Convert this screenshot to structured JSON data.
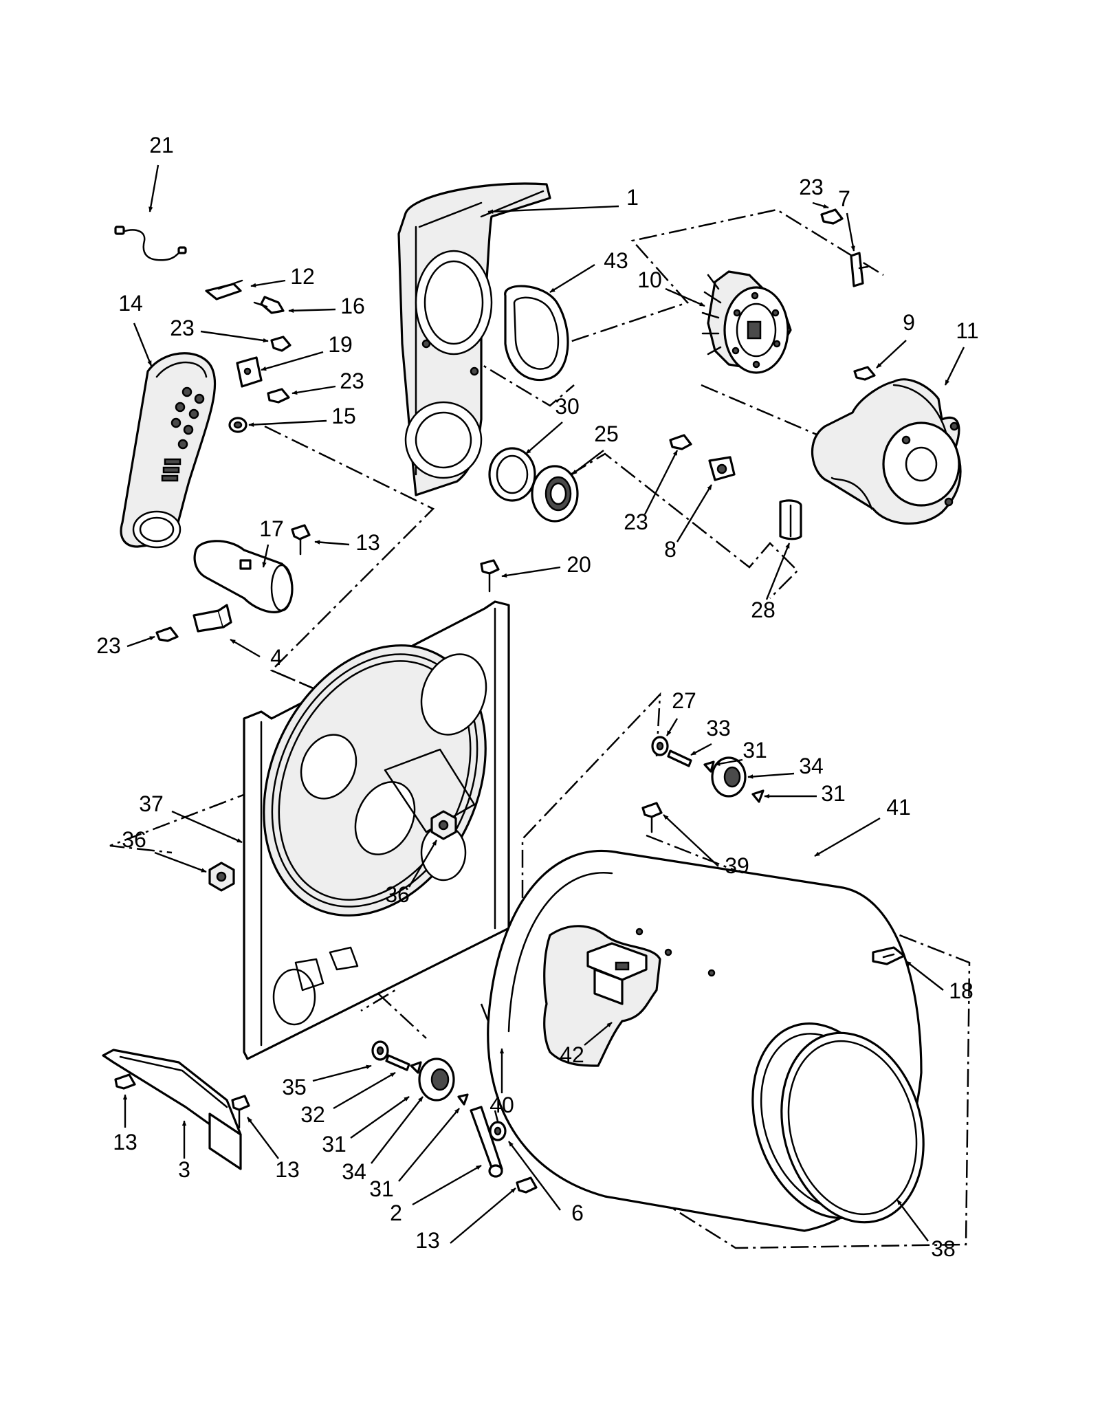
{
  "callouts": [
    {
      "id": "c21",
      "text": "21"
    },
    {
      "id": "c1",
      "text": "1"
    },
    {
      "id": "c43",
      "text": "43"
    },
    {
      "id": "c23a",
      "text": "23"
    },
    {
      "id": "c7",
      "text": "7"
    },
    {
      "id": "c10",
      "text": "10"
    },
    {
      "id": "c9",
      "text": "9"
    },
    {
      "id": "c11",
      "text": "11"
    },
    {
      "id": "c12",
      "text": "12"
    },
    {
      "id": "c16",
      "text": "16"
    },
    {
      "id": "c14",
      "text": "14"
    },
    {
      "id": "c23b",
      "text": "23"
    },
    {
      "id": "c19",
      "text": "19"
    },
    {
      "id": "c23c",
      "text": "23"
    },
    {
      "id": "c15",
      "text": "15"
    },
    {
      "id": "c30",
      "text": "30"
    },
    {
      "id": "c25",
      "text": "25"
    },
    {
      "id": "c23d",
      "text": "23"
    },
    {
      "id": "c8",
      "text": "8"
    },
    {
      "id": "c28",
      "text": "28"
    },
    {
      "id": "c17",
      "text": "17"
    },
    {
      "id": "c13a",
      "text": "13"
    },
    {
      "id": "c20",
      "text": "20"
    },
    {
      "id": "c23e",
      "text": "23"
    },
    {
      "id": "c4",
      "text": "4"
    },
    {
      "id": "c27",
      "text": "27"
    },
    {
      "id": "c33",
      "text": "33"
    },
    {
      "id": "c31a",
      "text": "31"
    },
    {
      "id": "c34a",
      "text": "34"
    },
    {
      "id": "c31b",
      "text": "31"
    },
    {
      "id": "c41",
      "text": "41"
    },
    {
      "id": "c37",
      "text": "37"
    },
    {
      "id": "c36a",
      "text": "36"
    },
    {
      "id": "c36b",
      "text": "36"
    },
    {
      "id": "c39",
      "text": "39"
    },
    {
      "id": "c18",
      "text": "18"
    },
    {
      "id": "c42",
      "text": "42"
    },
    {
      "id": "c35",
      "text": "35"
    },
    {
      "id": "c32",
      "text": "32"
    },
    {
      "id": "c40",
      "text": "40"
    },
    {
      "id": "c31c",
      "text": "31"
    },
    {
      "id": "c34b",
      "text": "34"
    },
    {
      "id": "c13b",
      "text": "13"
    },
    {
      "id": "c3",
      "text": "3"
    },
    {
      "id": "c13c",
      "text": "13"
    },
    {
      "id": "c31d",
      "text": "31"
    },
    {
      "id": "c2",
      "text": "2"
    },
    {
      "id": "c6",
      "text": "6"
    },
    {
      "id": "c13d",
      "text": "13"
    },
    {
      "id": "c38",
      "text": "38"
    }
  ]
}
